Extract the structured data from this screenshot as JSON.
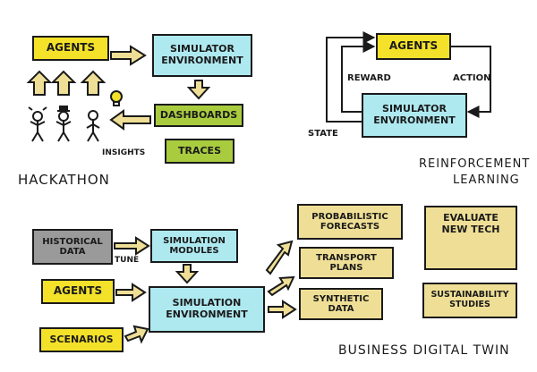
{
  "hackathon": {
    "agents": "Agents",
    "simulator_line1": "Simulator",
    "simulator_line2": "Environment",
    "dashboards": "Dashboards",
    "traces": "Traces",
    "insights": "Insights",
    "title": "Hackathon"
  },
  "rl": {
    "agents": "Agents",
    "simulator_line1": "Simulator",
    "simulator_line2": "Environment",
    "reward": "Reward",
    "action": "Action",
    "state": "State",
    "title_line1": "Reinforcement",
    "title_line2": "Learning"
  },
  "bdt": {
    "historical_line1": "Historical",
    "historical_line2": "Data",
    "tune": "Tune",
    "sim_modules_line1": "Simulation",
    "sim_modules_line2": "Modules",
    "agents": "Agents",
    "scenarios": "Scenarios",
    "sim_env_line1": "Simulation",
    "sim_env_line2": "Environment",
    "prob_line1": "Probabilistic",
    "prob_line2": "Forecasts",
    "transport_line1": "Transport",
    "transport_line2": "Plans",
    "synthetic_line1": "Synthetic",
    "synthetic_line2": "Data",
    "evaluate_line1": "Evaluate",
    "evaluate_line2": "New Tech",
    "sustain_line1": "Sustainability",
    "sustain_line2": "Studies",
    "title": "Business Digital Twin"
  },
  "colors": {
    "yellow": "#f4e12a",
    "cyan": "#aee9f0",
    "green": "#a9cc3f",
    "grey": "#9a9a9a",
    "tan": "#efdf96"
  },
  "icons": [
    "battery-icon",
    "no-fire-icon",
    "wifi-icon",
    "lightbulb-icon",
    "person-icon"
  ]
}
